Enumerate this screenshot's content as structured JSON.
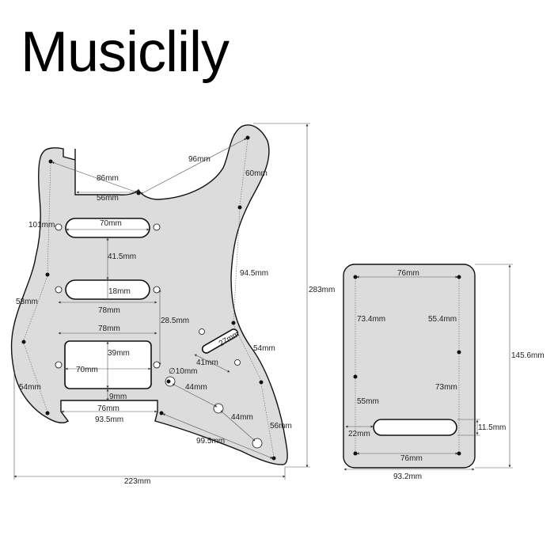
{
  "brand": "Musiclily",
  "pickguard": {
    "dimensions": {
      "d86": "86mm",
      "d56": "56mm",
      "d96": "96mm",
      "d60": "60mm",
      "d101": "101mm",
      "d70a": "70mm",
      "d41_5": "41.5mm",
      "d18": "18mm",
      "d78a": "78mm",
      "d53": "53mm",
      "d78b": "78mm",
      "d28_5": "28.5mm",
      "d39": "39mm",
      "d70b": "70mm",
      "d9": "9mm",
      "d76": "76mm",
      "d93_5": "93.5mm",
      "d54a": "54mm",
      "d94_5": "94.5mm",
      "d283": "283mm",
      "d27": "27mm",
      "d41": "41mm",
      "d10": "∅10mm",
      "d44a": "44mm",
      "d44b": "44mm",
      "d54b": "54mm",
      "d56b": "56mm",
      "d99_5": "99.5mm",
      "d223": "223mm"
    }
  },
  "backplate": {
    "dimensions": {
      "top76": "76mm",
      "d73_4": "73.4mm",
      "d55_4": "55.4mm",
      "d145_6": "145.6mm",
      "d73": "73mm",
      "d55": "55mm",
      "d22": "22mm",
      "d11_5": "11.5mm",
      "bot76": "76mm",
      "d93_2": "93.2mm"
    }
  }
}
